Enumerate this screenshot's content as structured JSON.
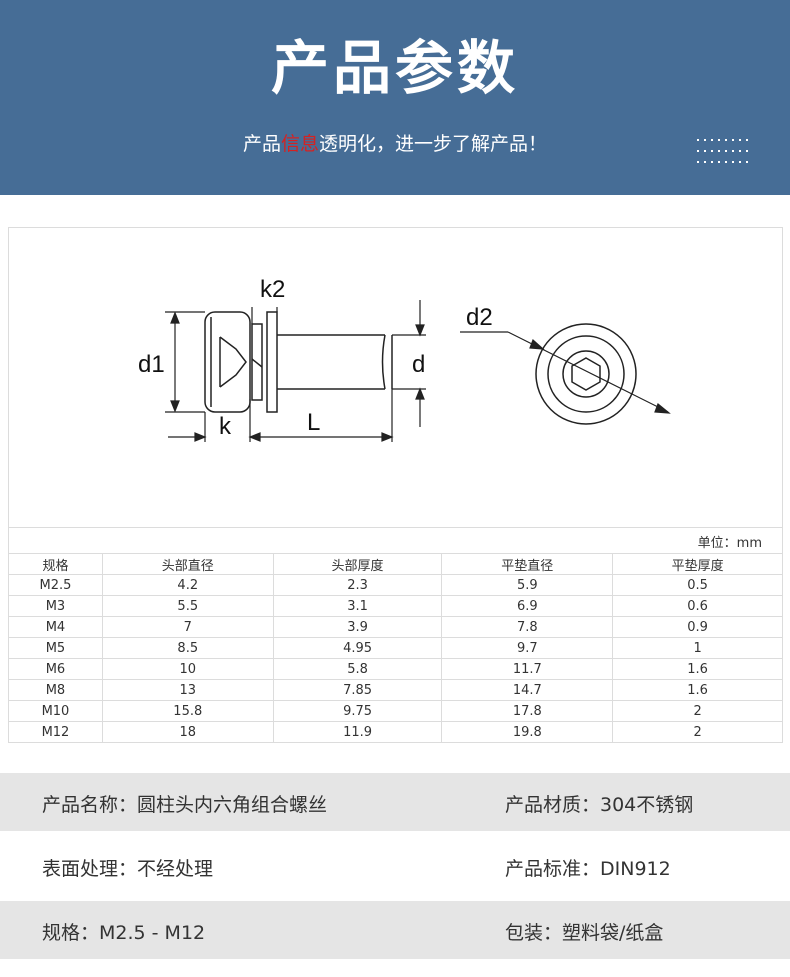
{
  "banner": {
    "title": "产品参数",
    "subtitle_before": "产品",
    "subtitle_highlight": "信息",
    "subtitle_after": "透明化，进一步了解产品！"
  },
  "diagram": {
    "labels": {
      "k2": "k2",
      "d1": "d1",
      "d": "d",
      "k": "k",
      "L": "L",
      "d2": "d2"
    }
  },
  "unit_label": "单位：mm",
  "table": {
    "headers": [
      "规格",
      "头部直径",
      "头部厚度",
      "平垫直径",
      "平垫厚度"
    ],
    "rows": [
      [
        "M2.5",
        "4.2",
        "2.3",
        "5.9",
        "0.5"
      ],
      [
        "M3",
        "5.5",
        "3.1",
        "6.9",
        "0.6"
      ],
      [
        "M4",
        "7",
        "3.9",
        "7.8",
        "0.9"
      ],
      [
        "M5",
        "8.5",
        "4.95",
        "9.7",
        "1"
      ],
      [
        "M6",
        "10",
        "5.8",
        "11.7",
        "1.6"
      ],
      [
        "M8",
        "13",
        "7.85",
        "14.7",
        "1.6"
      ],
      [
        "M10",
        "15.8",
        "9.75",
        "17.8",
        "2"
      ],
      [
        "M12",
        "18",
        "11.9",
        "19.8",
        "2"
      ]
    ]
  },
  "info": [
    {
      "left": "产品名称：圆柱头内六角组合螺丝",
      "right": "产品材质：304不锈钢"
    },
    {
      "left": "表面处理：不经处理",
      "right": "产品标准：DIN912"
    },
    {
      "left": "规格：M2.5 - M12",
      "right": "包装：塑料袋/纸盒"
    }
  ],
  "colors": {
    "banner": "#466d96",
    "highlight": "#d42222",
    "row_gray": "#e5e5e5"
  }
}
